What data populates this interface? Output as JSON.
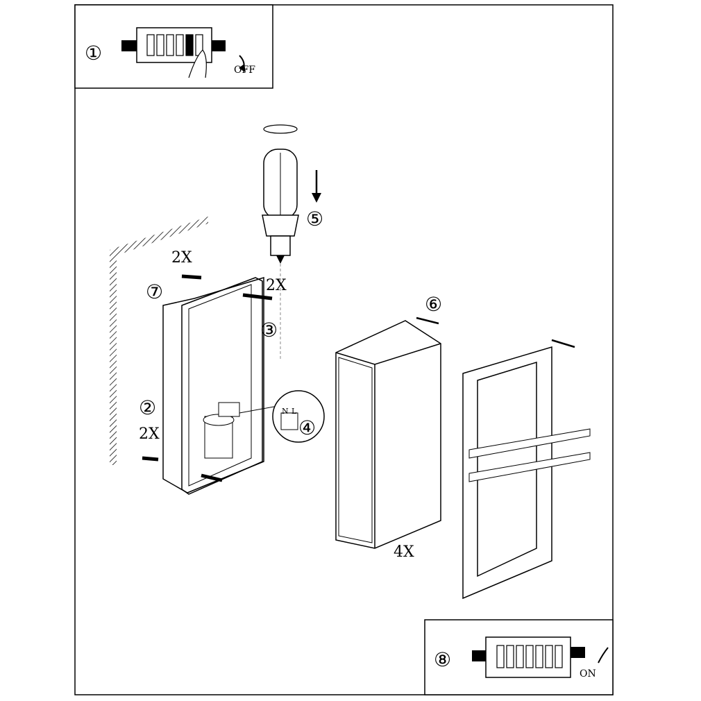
{
  "steps": {
    "step1": {
      "number": "①",
      "label": "OFF"
    },
    "step2": {
      "number": "②",
      "count": "2X"
    },
    "step3": {
      "number": "③",
      "count": "2X"
    },
    "step4": {
      "number": "④",
      "neutral": "N",
      "live": "L"
    },
    "step5": {
      "number": "⑤"
    },
    "step6": {
      "number": "⑥",
      "count": "4X"
    },
    "step7": {
      "number": "⑦",
      "count": "2X"
    },
    "step8": {
      "number": "⑧",
      "label": "ON"
    }
  },
  "colors": {
    "line": "#000000",
    "background": "#ffffff"
  }
}
